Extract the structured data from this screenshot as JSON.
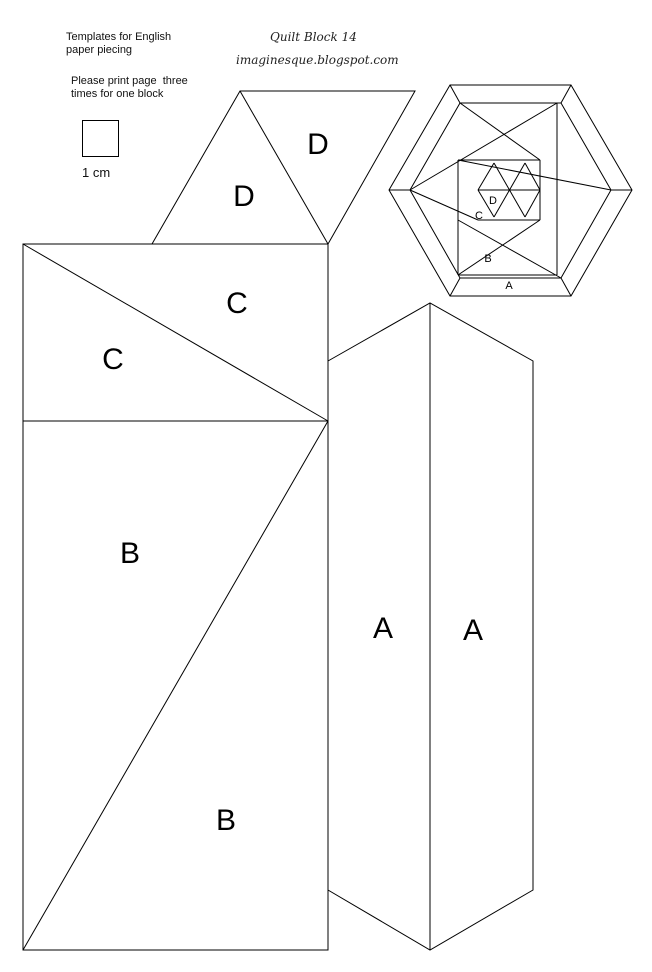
{
  "header": {
    "templates_note": "Templates for English\npaper piecing",
    "print_note": "Please print page  three\ntimes for one block",
    "scale_label": "1 cm",
    "block_title": "Quilt Block 14",
    "blog_url": "imaginesque.blogspot.com"
  },
  "pieces": {
    "d_left": "D",
    "d_right": "D",
    "c_upper": "C",
    "c_lower": "C",
    "b_upper": "B",
    "b_lower": "B",
    "a_left": "A",
    "a_right": "A"
  },
  "diagram": {
    "label_d": "D",
    "label_c": "C",
    "label_b": "B",
    "label_a": "A"
  }
}
